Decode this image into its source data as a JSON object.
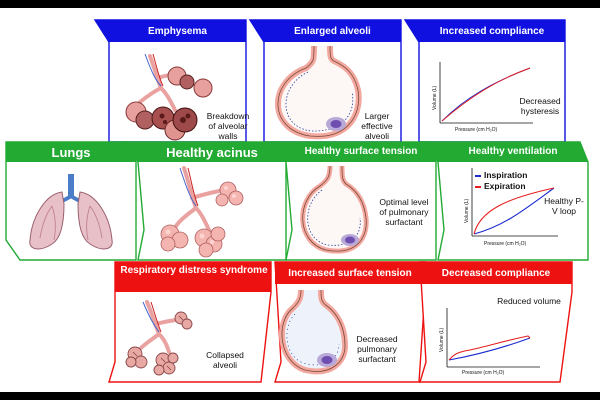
{
  "colors": {
    "blue": "#1010e0",
    "green": "#22aa33",
    "red": "#ee1111",
    "inspiration": "#1a2ccc",
    "expiration": "#e81e1e",
    "alveolus": "#f6a7a0",
    "capillary": "#7b5ab5"
  },
  "row_top": [
    {
      "title": "Emphysema",
      "caption": "Breakdown of alveolar walls",
      "icon": "damaged-alveoli-cluster"
    },
    {
      "title": "Enlarged alveoli",
      "caption": "Larger effective alveoli",
      "icon": "enlarged-alveolus"
    },
    {
      "title": "Increased compliance",
      "caption": "Decreased hysteresis",
      "ylabel": "Volume (L)",
      "xlabel": "Pressure (cm H₂O)"
    }
  ],
  "row_mid": [
    {
      "title": "Lungs",
      "icon": "lungs"
    },
    {
      "title": "Healthy acinus",
      "icon": "healthy-alveoli-cluster"
    },
    {
      "title": "Healthy surface tension",
      "caption": "Optimal level of pulmonary surfactant",
      "icon": "healthy-alveolus"
    },
    {
      "title": "Healthy ventilation",
      "caption": "Healthy P-V loop",
      "legend": [
        "Inspiration",
        "Expiration"
      ],
      "ylabel": "Volume (L)",
      "xlabel": "Pressure (cm H₂O)"
    }
  ],
  "row_bot": [
    {
      "title": "Respiratory distress syndrome",
      "caption": "Collapsed alveoli",
      "icon": "collapsed-alveoli-cluster"
    },
    {
      "title": "Increased surface tension",
      "caption": "Decreased pulmonary surfactant",
      "icon": "shrunken-alveolus"
    },
    {
      "title": "Decreased compliance",
      "caption": "Reduced volume",
      "ylabel": "Volume (L)",
      "xlabel": "Pressure (cm H₂O)"
    }
  ]
}
